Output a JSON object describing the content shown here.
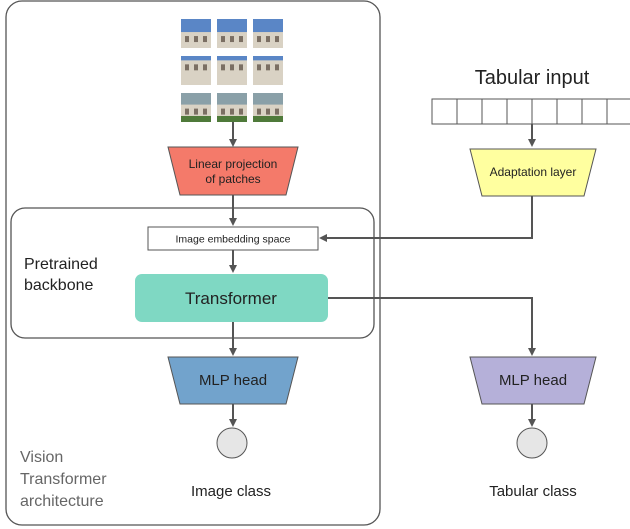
{
  "vit_container": {
    "label_line1": "Vision",
    "label_line2": "Transformer",
    "label_line3": "architecture"
  },
  "patch_grid": {
    "rows": 3,
    "cols": 3,
    "sky_color": "#5a86c6",
    "building_color": "#d9d2c4"
  },
  "linear_projection": {
    "line1": "Linear projection",
    "line2": "of patches",
    "color": "#f47a6a"
  },
  "backbone": {
    "label_line1": "Pretrained",
    "label_line2": "backbone"
  },
  "embedding_space": {
    "label": "Image embedding space"
  },
  "transformer": {
    "label": "Transformer",
    "color": "#7fd8c3"
  },
  "image_branch": {
    "head_label": "MLP head",
    "head_color": "#72a3cc",
    "output_label": "Image class"
  },
  "tabular_input": {
    "label": "Tabular input",
    "cells": 8
  },
  "adaptation_layer": {
    "label": "Adaptation layer",
    "color": "#ffff9f"
  },
  "tabular_branch": {
    "head_label": "MLP head",
    "head_color": "#b5b0d9",
    "output_label": "Tabular class"
  }
}
